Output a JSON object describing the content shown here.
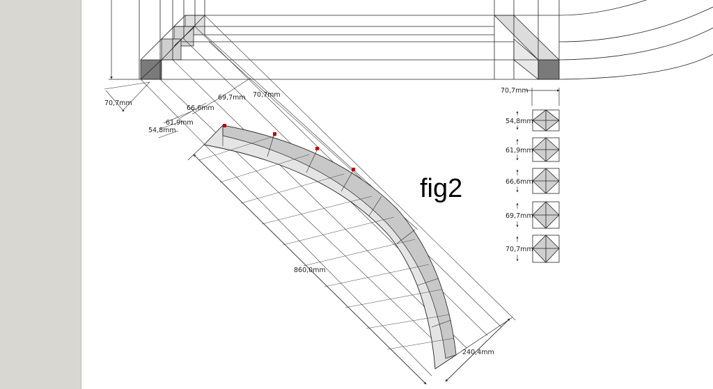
{
  "figure_label": "fig2",
  "colors": {
    "background": "#ffffff",
    "panel": "#d8d7d2",
    "line": "#222222",
    "fill_light": "#e6e6e6",
    "fill_mid": "#c8c8c8",
    "fill_dark": "#7a7a7a",
    "marker": "#c00000"
  },
  "dimensions": {
    "top_left_depth": "70,7mm",
    "stack": [
      "70,7mm",
      "69,7mm",
      "66,6mm",
      "61,9mm",
      "54,8mm"
    ],
    "length": "860,0mm",
    "rise": "240,4mm",
    "header_right": "70,7mm"
  },
  "sections": [
    {
      "label": "54,8mm"
    },
    {
      "label": "61,9mm"
    },
    {
      "label": "66,6mm"
    },
    {
      "label": "69,7mm"
    },
    {
      "label": "70,7mm"
    }
  ]
}
